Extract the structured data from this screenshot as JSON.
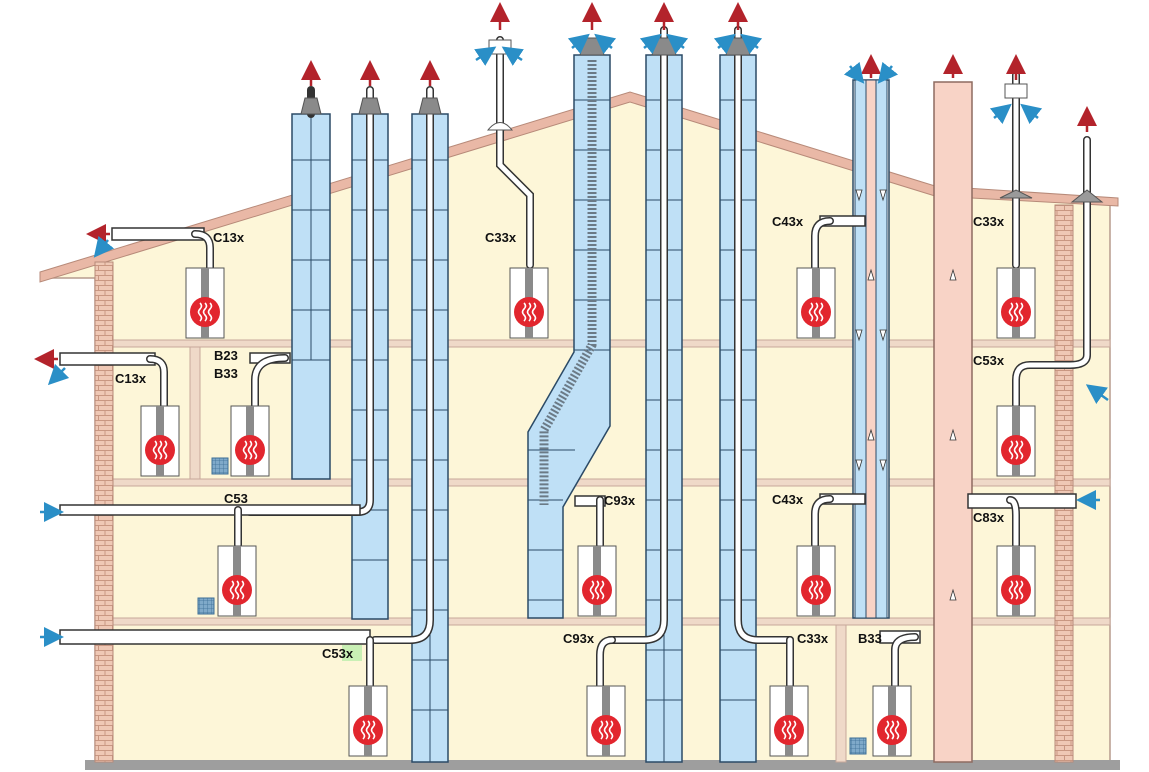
{
  "labels": {
    "c13x_roof": "C13x",
    "c13x_wall": "C13x",
    "b23": "B23",
    "b33_upper": "B33",
    "c53": "C53",
    "c53x_low": "C53x",
    "c33x_mid": "C33x",
    "c93x_upper": "C93x",
    "c93x_lower": "C93x",
    "c33x_lower": "C33x",
    "c43x_upper": "C43x",
    "c43x_lower": "C43x",
    "b33_lower": "B33",
    "c33x_right": "C33x",
    "c53x_right": "C53x",
    "c83x": "C83x"
  },
  "colors": {
    "wall_fill": "#fdf6d8",
    "wall_stroke": "#c7a89a",
    "brick": "#e8b9a4",
    "roof": "#e9b8a6",
    "shaft_blue": "#bfe0f6",
    "shaft_pink": "#f8d3c6",
    "boiler": "#ffffff",
    "flame_red": "#e2262e",
    "arrow_exhaust": "#b3232b",
    "arrow_intake": "#2a8fc7",
    "ground": "#9e9e9e"
  },
  "icons": [
    "boiler-icon",
    "flame-icon",
    "exhaust-arrow-icon",
    "intake-arrow-icon",
    "vent-grille-icon"
  ]
}
